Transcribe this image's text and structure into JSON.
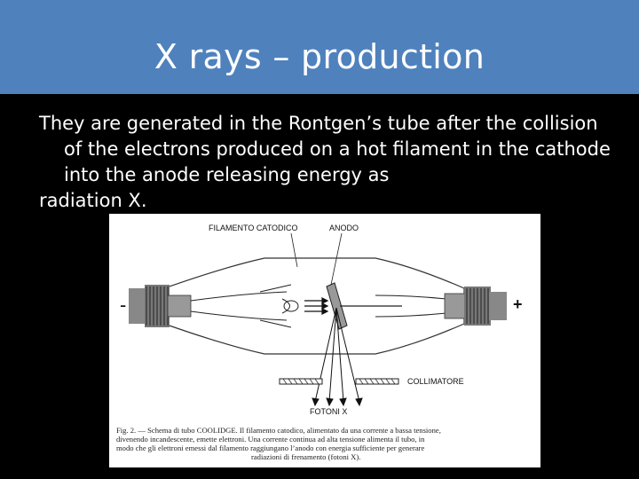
{
  "slide": {
    "title": "X rays – production",
    "paragraph": "They are generated in the Rontgen’s tube after the collision of the electrons produced on a hot filament in the cathode into the anode releasing energy as",
    "paragraph_end": "radiation X.",
    "colors": {
      "title_bar": "#4f81bd",
      "background": "#000000",
      "text": "#ffffff"
    }
  },
  "figure": {
    "label_filament": "FILAMENTO CATODICO",
    "label_anode": "ANODO",
    "label_minus": "-",
    "label_plus": "+",
    "label_collimator": "COLLIMATORE",
    "label_photons": "FOTONI X",
    "caption": [
      "Fig. 2. — Schema di tubo COOLIDGE. Il filamento catodico, alimentato da una corrente a bassa tensione,",
      "divenendo incandescente, emette elettroni. Una corrente continua ad alta tensione alimenta il tubo, in",
      "modo che gli elettroni emessi dal filamento raggiungano l’anodo con energia sufficiente per generare",
      "radiazioni di frenamento (fotoni X)."
    ]
  }
}
